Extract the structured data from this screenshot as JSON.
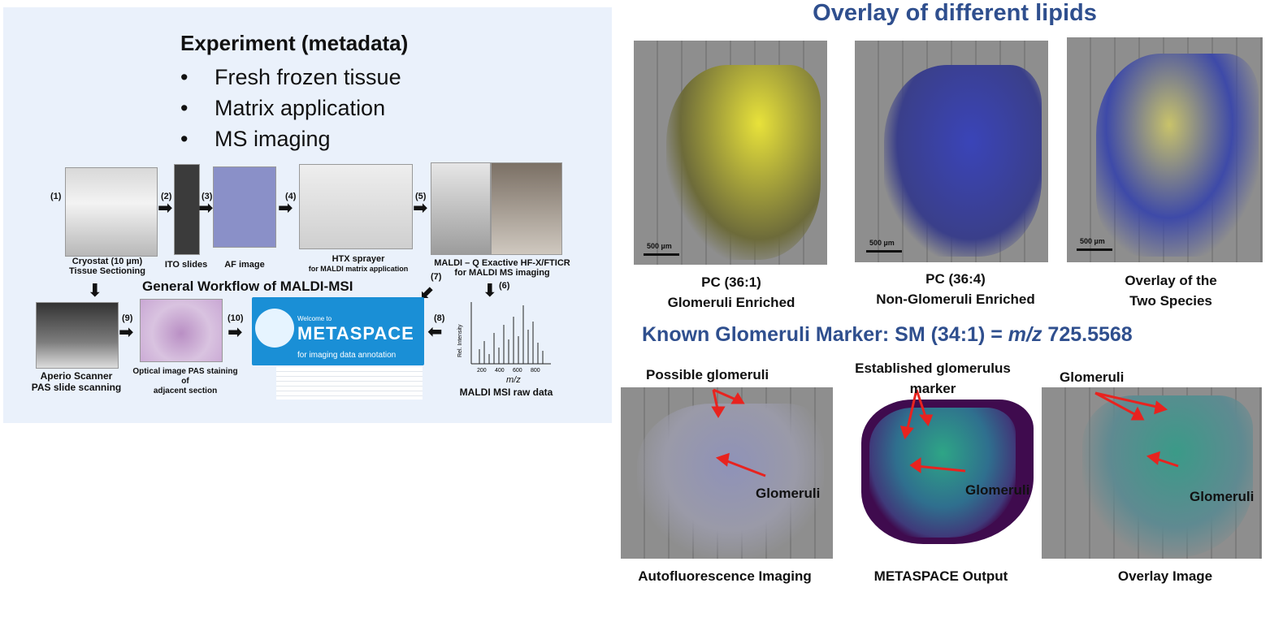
{
  "experiment": {
    "title": "Experiment (metadata)",
    "bullet_char": "•",
    "bullets": [
      "Fresh frozen tissue",
      "Matrix application",
      "MS imaging"
    ]
  },
  "workflow": {
    "title": "General Workflow of MALDI-MSI",
    "steps": {
      "n1": "(1)",
      "n2": "(2)",
      "n3": "(3)",
      "n4": "(4)",
      "n5": "(5)",
      "n6": "(6)",
      "n7": "(7)",
      "n8": "(8)",
      "n9": "(9)",
      "n10": "(10)"
    },
    "labels": {
      "cryostat": "Cryostat (10 µm)",
      "cryostat_sub": "Tissue Sectioning",
      "ito": "ITO slides",
      "af": "AF image",
      "htx": "HTX sprayer",
      "htx_sub": "for MALDI matrix application",
      "maldi": "MALDI – Q Exactive HF-X/FTICR",
      "maldi_sub": "for MALDI MS imaging",
      "aperio": "Aperio Scanner",
      "aperio_sub": "PAS slide scanning",
      "optical": "Optical image PAS staining of",
      "optical_sub": "adjacent section",
      "raw": "MALDI MSI raw data",
      "metaspace": "METASPACE",
      "metaspace_sub": "for imaging data annotation",
      "metaspace_welcome": "Welcome to",
      "rel_int": "Rel. Intensity",
      "mz": "m/z",
      "ticks": [
        "200",
        "400",
        "600",
        "800"
      ]
    }
  },
  "lipids": {
    "title": "Overlay of  different lipids",
    "scale": "500 µm",
    "captions": [
      [
        "PC (36:1)",
        "Glomeruli Enriched"
      ],
      [
        "PC (36:4)",
        "Non-Glomeruli Enriched"
      ],
      [
        "Overlay of the",
        "Two Species"
      ]
    ]
  },
  "marker": {
    "title_prefix": "Known Glomeruli Marker: SM (34:1) = ",
    "title_mz": "m/z",
    "title_value": " 725.5568",
    "captions": [
      "Autofluorescence Imaging",
      "METASPACE Output",
      "Overlay Image"
    ],
    "annotations": {
      "possible": "Possible glomeruli",
      "glom1": "Glomeruli",
      "established1": "Established glomerulus",
      "established2": "marker",
      "glom2": "Glomeruli",
      "glom3": "Glomeruli",
      "glom4": "Glomeruli"
    }
  },
  "colors": {
    "heading_blue": "#2f4f8e",
    "panel_bg": "#eaf1fb",
    "arrow_red": "#e8231f",
    "yellow": "#e8e23a",
    "blue_lipid": "#3a44b8",
    "metaspace_blue": "#1a8fd6"
  }
}
